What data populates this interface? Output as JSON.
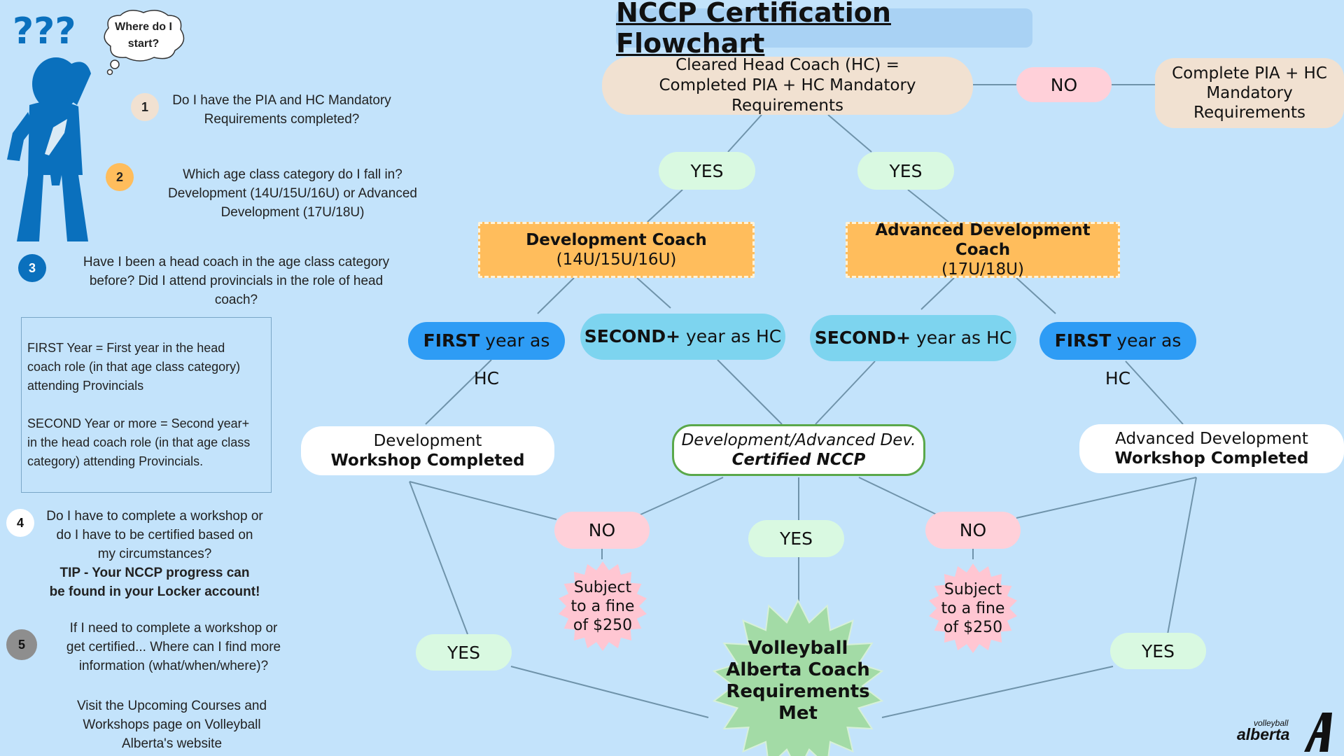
{
  "title": "NCCP Certification Flowchart",
  "thought_bubble": [
    "Where do I",
    "start?"
  ],
  "question_marks": "???",
  "questions": [
    {
      "num": "1",
      "color": "#f1e1d1",
      "text_color": "#222",
      "lines": [
        "Do I have the PIA and HC Mandatory",
        "Requirements completed?"
      ]
    },
    {
      "num": "2",
      "color": "#ffbd5c",
      "text_color": "#222",
      "lines": [
        "Which age class category do I fall in?",
        "Development (14U/15U/16U) or Advanced",
        "Development (17U/18U)"
      ]
    },
    {
      "num": "3",
      "color": "#0a70bd",
      "text_color": "#ffffff",
      "lines": [
        "Have I been a head coach in the age class category",
        "before? Did I attend provincials in the role of head",
        "coach?"
      ]
    },
    {
      "num": "4",
      "color": "#ffffff",
      "text_color": "#111",
      "lines": [
        "Do I have to complete a workshop or",
        "do I have to be certified based on",
        "my circumstances?"
      ],
      "tip": [
        "TIP - Your NCCP progress can",
        "be found in your Locker account!"
      ]
    },
    {
      "num": "5",
      "color": "#8e8e8e",
      "text_color": "#111",
      "lines": [
        "If I need to complete a workshop or",
        "get certified... Where can I find more",
        "information (what/when/where)?"
      ],
      "extra": [
        "Visit the Upcoming Courses and",
        "Workshops page on Volleyball",
        "Alberta's website"
      ]
    }
  ],
  "definitions": {
    "first": [
      "FIRST Year = First year in the head",
      "coach role (in that age class category)",
      "attending Provincials"
    ],
    "second": [
      "SECOND Year or more = Second year+",
      "in the head coach role (in that age class",
      "category) attending Provincials."
    ]
  },
  "nodes": {
    "cleared": [
      "Cleared Head Coach (HC) =",
      "Completed PIA + HC Mandatory Requirements"
    ],
    "no_top": "NO",
    "complete_pia": [
      "Complete PIA + HC",
      "Mandatory",
      "Requirements"
    ],
    "yes_left": "YES",
    "yes_right": "YES",
    "dev_coach": {
      "bold": "Development Coach",
      "sub": "(14U/15U/16U)"
    },
    "adv_coach": {
      "bold": "Advanced Development Coach",
      "sub": "(17U/18U)"
    },
    "first_left": {
      "bold": "FIRST",
      "rest": " year as HC"
    },
    "second_left": {
      "bold": "SECOND+",
      "rest": " year as HC"
    },
    "second_right": {
      "bold": "SECOND+",
      "rest": " year as HC"
    },
    "first_right": {
      "bold": "FIRST",
      "rest": " year as HC"
    },
    "dev_workshop": {
      "line1": "Development",
      "line2": "Workshop Completed"
    },
    "certified": {
      "line1": "Development/Advanced Dev.",
      "line2": "Certified NCCP"
    },
    "adv_workshop": {
      "line1": "Advanced Development",
      "line2": "Workshop Completed"
    },
    "no_left": "NO",
    "yes_center": "YES",
    "no_right": "NO",
    "fine_left": [
      "Subject",
      "to a fine",
      "of $250"
    ],
    "fine_right": [
      "Subject",
      "to a fine",
      "of $250"
    ],
    "yes_bottom_left": "YES",
    "yes_bottom_right": "YES",
    "met": [
      "Volleyball",
      "Alberta Coach",
      "Requirements",
      "Met"
    ]
  },
  "logo": {
    "small": "volleyball",
    "big": "alberta"
  },
  "colors": {
    "background": "#c3e3fb",
    "tan": "#f1e1d1",
    "pink": "#ffd0d9",
    "mint": "#d9f9e1",
    "orange": "#ffbd5c",
    "blue": "#2e9cf5",
    "light_blue": "#7dd4ef",
    "figure_blue": "#0a70bd",
    "burst_green": "#a3dba6",
    "line_gray": "#6b8fa6"
  }
}
